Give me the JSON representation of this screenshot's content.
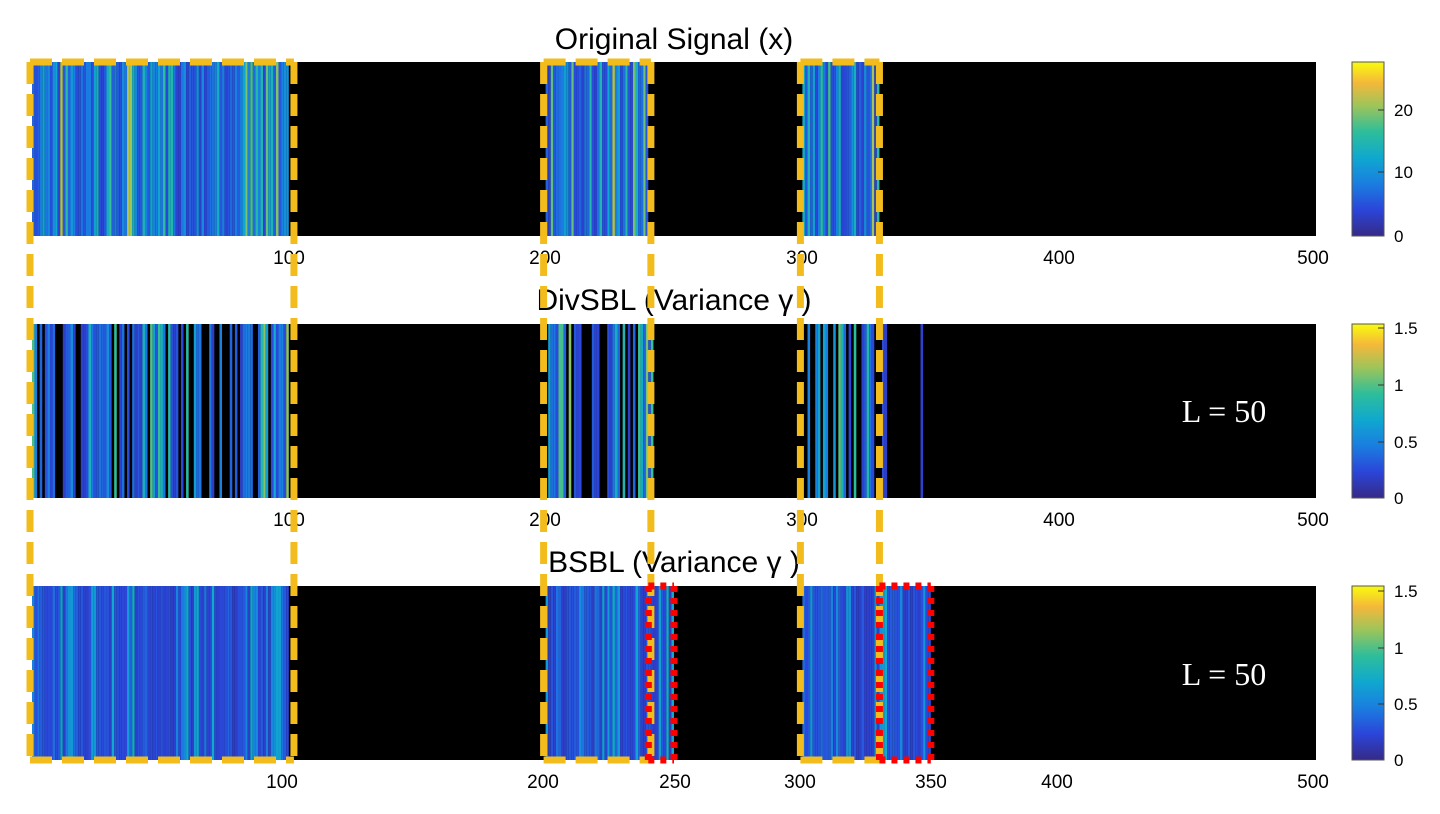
{
  "figure": {
    "panels": [
      {
        "title": "Original Signal (x)",
        "x_ticks": [
          "100",
          "200",
          "300",
          "400",
          "500"
        ],
        "colorbar_ticks": [
          "20",
          "10",
          "0"
        ],
        "label": ""
      },
      {
        "title": "DivSBL (Variance γ )",
        "x_ticks": [
          "100",
          "200",
          "300",
          "400",
          "500"
        ],
        "colorbar_ticks": [
          "1.5",
          "1",
          "0.5",
          "0"
        ],
        "label": "L = 50"
      },
      {
        "title": "BSBL (Variance γ )",
        "x_ticks": [
          "100",
          "200",
          "250",
          "300",
          "350",
          "400",
          "500"
        ],
        "colorbar_ticks": [
          "1.5",
          "1",
          "0.5",
          "0"
        ],
        "label": "L = 50"
      }
    ],
    "colors": {
      "background": "#000000",
      "true_support_box": "#f2bd1c",
      "false_support_box": "#ff0000",
      "colormap": "parula"
    }
  },
  "chart_data": [
    {
      "type": "heatmap",
      "title": "Original Signal (x)",
      "xlim": [
        0,
        500
      ],
      "xticks": [
        100,
        200,
        300,
        400,
        500
      ],
      "clim": [
        0,
        27
      ],
      "colorbar_ticks": [
        0,
        10,
        20
      ],
      "nonzero_blocks": [
        [
          1,
          100
        ],
        [
          201,
          240
        ],
        [
          301,
          330
        ]
      ],
      "highlight_boxes": [
        [
          1,
          102
        ],
        [
          201,
          241
        ],
        [
          301,
          330
        ]
      ]
    },
    {
      "type": "heatmap",
      "title": "DivSBL (Variance γ )",
      "xlim": [
        0,
        500
      ],
      "xticks": [
        100,
        200,
        300,
        400,
        500
      ],
      "clim": [
        0,
        1.5
      ],
      "colorbar_ticks": [
        0,
        0.5,
        1,
        1.5
      ],
      "nonzero_blocks": [
        [
          1,
          100
        ],
        [
          202,
          242
        ],
        [
          303,
          334
        ]
      ],
      "isolated_columns": [
        346
      ],
      "annotation": "L = 50"
    },
    {
      "type": "heatmap",
      "title": "BSBL (Variance γ )",
      "xlim": [
        0,
        500
      ],
      "xticks": [
        100,
        200,
        250,
        300,
        350,
        400,
        500
      ],
      "clim": [
        0,
        1.5
      ],
      "colorbar_ticks": [
        0,
        0.5,
        1,
        1.5
      ],
      "nonzero_blocks": [
        [
          1,
          100
        ],
        [
          201,
          250
        ],
        [
          301,
          350
        ]
      ],
      "false_support_boxes": [
        [
          241,
          250
        ],
        [
          331,
          350
        ]
      ],
      "annotation": "L = 50"
    }
  ]
}
